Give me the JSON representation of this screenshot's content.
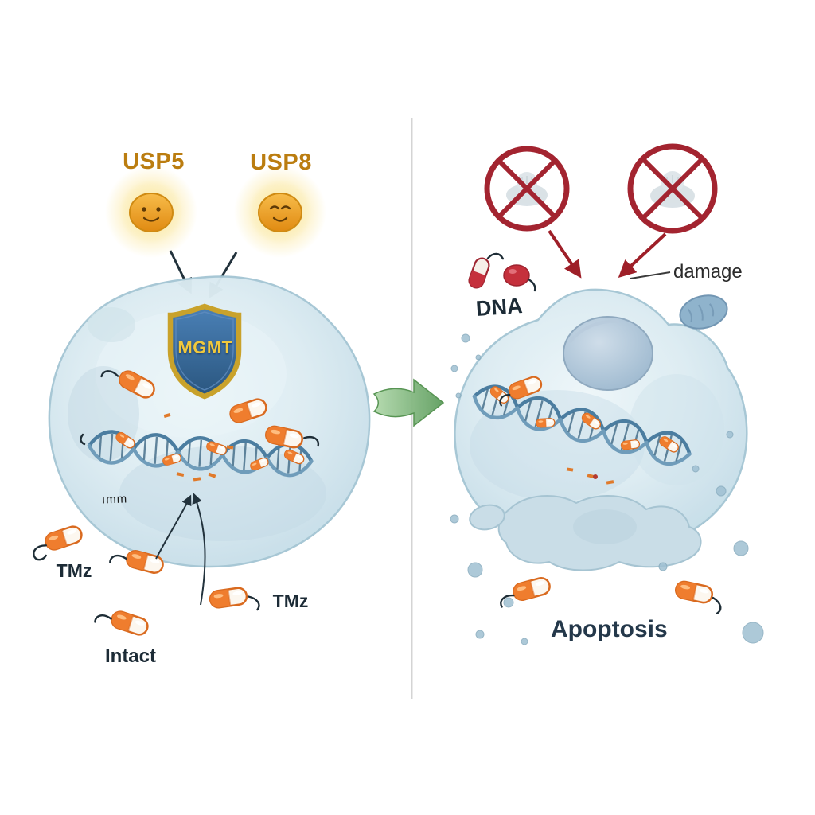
{
  "left": {
    "usp5": "USP5",
    "usp8": "USP8",
    "mgmt": "MGMT",
    "tmz_a": "TMz",
    "tmz_b": "TMz",
    "intact": "Intact",
    "scribble": "ımm"
  },
  "right": {
    "dna": "DNA",
    "damage": "damage",
    "apoptosis": "Apoptosis"
  },
  "icons": {
    "usp5_protein": "glowing-smiley-protein-blob",
    "usp8_protein": "glowing-smiley-protein-blob",
    "mgmt_shield": "blue-gold-shield",
    "tmz_capsule": "orange-white-pill",
    "red_capsule": "red-white-pill",
    "prohibition": "red-crossed-circle",
    "transition_arrow": "green-right-arrow",
    "cell": "tumor-cell-blob",
    "nucleus": "cell-nucleus",
    "dna_helix": "double-helix",
    "debris": "apoptotic-fragments"
  },
  "colors": {
    "cell_fill": "#dcecf2",
    "cell_outline": "#a5c6d4",
    "capsule_orange": "#ef7d2e",
    "capsule_outline": "#d96a1f",
    "dna_strand_dark": "#4b7da0",
    "dna_strand_light": "#6f9cba",
    "shield_blue": "#2f5f93",
    "shield_gold": "#c9a22b",
    "mgmt_text": "#f0c83c",
    "usp_text": "#bb7d10",
    "glow_yellow": "#fbe9a6",
    "blob_orange": "#f2a832",
    "prohibition_red": "#a32430",
    "arrow_red": "#9e1f28",
    "arrow_dark": "#22323c",
    "green_arrow": "#76b372",
    "divider_gray": "#d4d4d4",
    "label_dark": "#1c2b36",
    "nucleus_fill": "#a9c2d6",
    "fragment_fill": "#c9dde7",
    "red_capsule": "#c5303c"
  }
}
